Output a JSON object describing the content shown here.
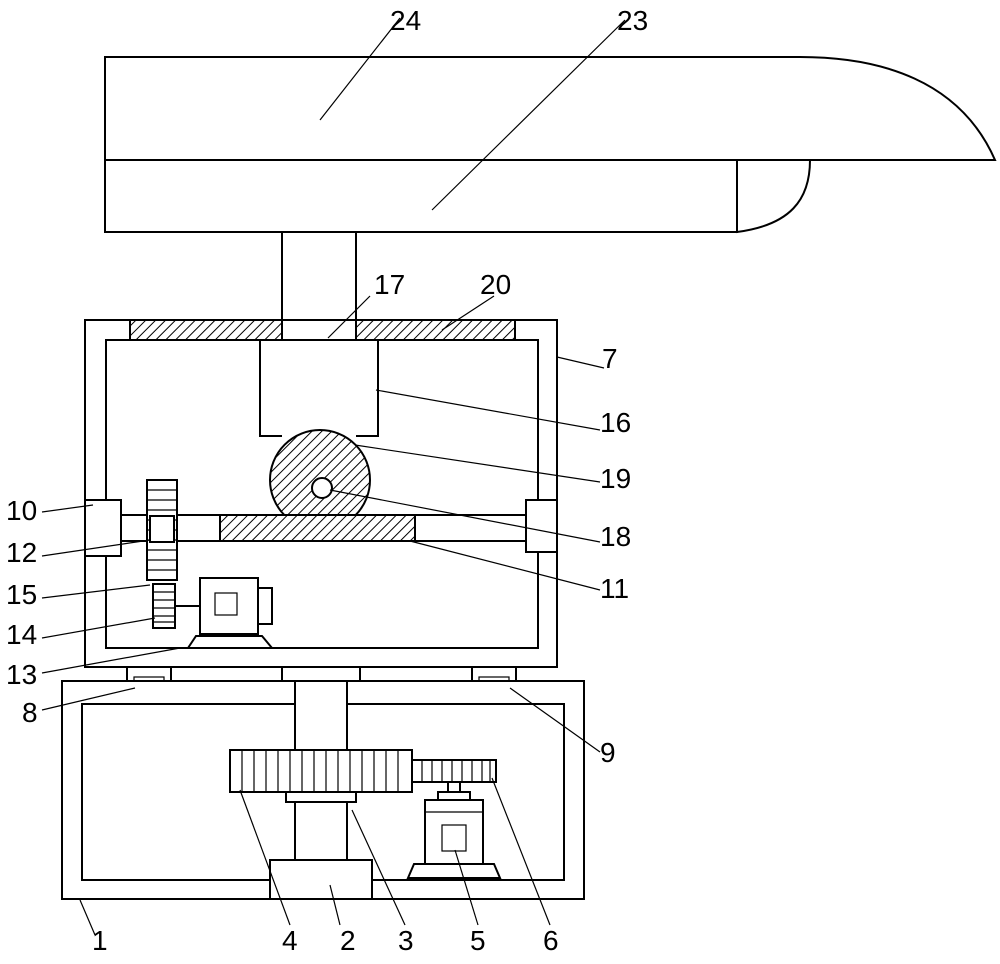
{
  "labels": {
    "l1": "1",
    "l2": "2",
    "l3": "3",
    "l4": "4",
    "l5": "5",
    "l6": "6",
    "l7": "7",
    "l8": "8",
    "l9": "9",
    "l10": "10",
    "l11": "11",
    "l12": "12",
    "l13": "13",
    "l14": "14",
    "l15": "15",
    "l16": "16",
    "l17": "17",
    "l18": "18",
    "l19": "19",
    "l20": "20",
    "l23": "23",
    "l24": "24"
  }
}
